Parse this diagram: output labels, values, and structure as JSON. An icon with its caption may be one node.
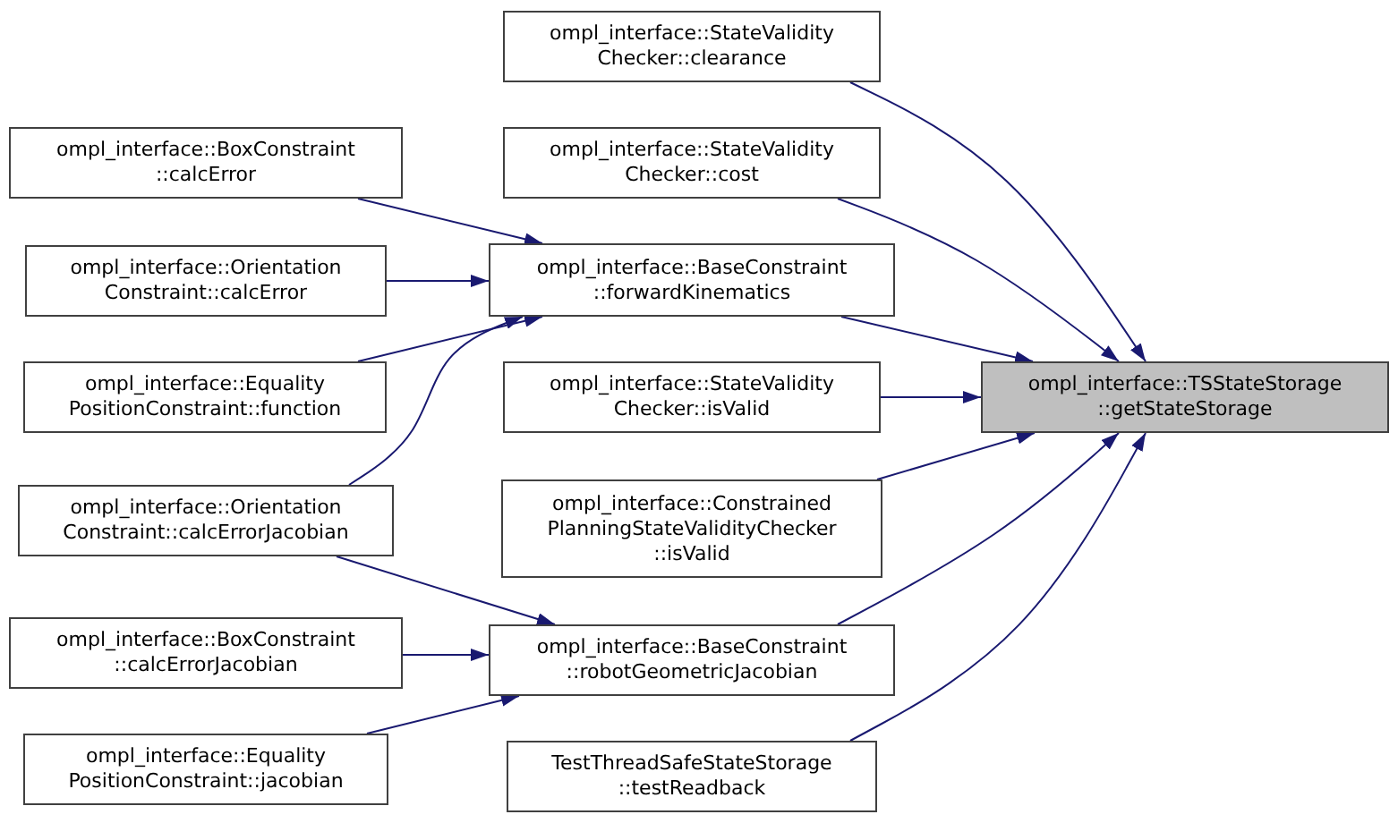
{
  "diagram": {
    "nodes": [
      {
        "text": [
          "ompl_interface::StateValidity Checker::clearance"
        ]
      },
      {
        "text": [
          "ompl_interface::StateValidity Checker::cost"
        ]
      },
      {
        "text": [
          "ompl_interface::BoxConstraint ::calcError"
        ]
      },
      {
        "text": [
          "ompl_interface::Orientation Constraint::calcError"
        ]
      },
      {
        "text": [
          "ompl_interface::BaseConstraint ::forwardKinematics"
        ]
      },
      {
        "text": [
          "ompl_interface::Equality PositionConstraint::function"
        ]
      },
      {
        "text": [
          "ompl_interface::StateValidity Checker::isValid"
        ]
      },
      {
        "text": [
          "ompl_interface::TSStateStorage ::getStateStorage"
        ]
      },
      {
        "text": [
          "ompl_interface::Orientation Constraint::calcErrorJacobian"
        ]
      },
      {
        "text": [
          "ompl_interface::Constrained PlanningStateValidityChecker ::isValid"
        ]
      },
      {
        "text": [
          "ompl_interface::BoxConstraint ::calcErrorJacobian"
        ]
      },
      {
        "text": [
          "ompl_interface::BaseConstraint ::robotGeometricJacobian"
        ]
      },
      {
        "text": [
          "ompl_interface::Equality PositionConstraint::jacobian"
        ]
      },
      {
        "text": [
          "TestThreadSafeStateStorage ::testReadback"
        ]
      }
    ],
    "edges": [
      {
        "from": 2,
        "to": 4,
        "arrow": "to"
      },
      {
        "from": 3,
        "to": 4,
        "arrow": "to"
      },
      {
        "from": 5,
        "to": 4,
        "arrow": "to"
      },
      {
        "from": 8,
        "to": 4,
        "arrow": "to"
      },
      {
        "from": 8,
        "to": 11,
        "arrow": "to"
      },
      {
        "from": 10,
        "to": 11,
        "arrow": "to"
      },
      {
        "from": 12,
        "to": 11,
        "arrow": "to"
      },
      {
        "from": 0,
        "to": 7,
        "arrow": "to"
      },
      {
        "from": 1,
        "to": 7,
        "arrow": "to"
      },
      {
        "from": 4,
        "to": 7,
        "arrow": "to"
      },
      {
        "from": 6,
        "to": 7,
        "arrow": "to"
      },
      {
        "from": 9,
        "to": 7,
        "arrow": "to"
      },
      {
        "from": 11,
        "to": 7,
        "arrow": "to"
      },
      {
        "from": 13,
        "to": 7,
        "arrow": "to"
      }
    ]
  }
}
